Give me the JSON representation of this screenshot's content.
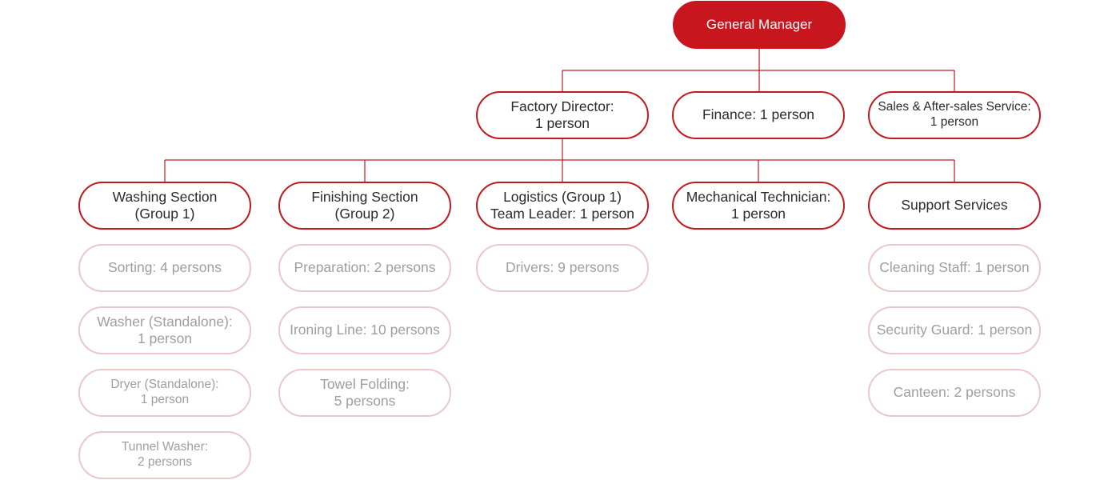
{
  "colors": {
    "accent": "#c8161e",
    "connector": "#c01920",
    "primary_border": "#c01920",
    "secondary_border": "#eac8c9",
    "secondary_text": "#9e9e9e"
  },
  "root": {
    "lines": [
      "General Manager"
    ]
  },
  "level1": [
    {
      "lines": [
        "Factory Director:",
        "1 person"
      ]
    },
    {
      "lines": [
        "Finance: 1 person"
      ]
    },
    {
      "lines": [
        "Sales & After-sales Service:",
        "1 person"
      ]
    }
  ],
  "sections": [
    {
      "lines": [
        "Washing Section",
        "(Group 1)"
      ],
      "children": [
        {
          "lines": [
            "Sorting: 4 persons"
          ]
        },
        {
          "lines": [
            "Washer (Standalone):",
            "1 person"
          ]
        },
        {
          "lines": [
            "Dryer (Standalone):",
            "1 person"
          ]
        },
        {
          "lines": [
            "Tunnel Washer:",
            "2 persons"
          ]
        }
      ]
    },
    {
      "lines": [
        "Finishing Section",
        "(Group 2)"
      ],
      "children": [
        {
          "lines": [
            "Preparation: 2 persons"
          ]
        },
        {
          "lines": [
            "Ironing Line: 10 persons"
          ]
        },
        {
          "lines": [
            "Towel Folding:",
            "5 persons"
          ]
        }
      ]
    },
    {
      "lines": [
        "Logistics (Group 1)",
        "Team Leader: 1 person"
      ],
      "children": [
        {
          "lines": [
            "Drivers: 9 persons"
          ]
        }
      ]
    },
    {
      "lines": [
        "Mechanical Technician:",
        "1 person"
      ],
      "children": []
    },
    {
      "lines": [
        "Support Services"
      ],
      "children": [
        {
          "lines": [
            "Cleaning Staff: 1 person"
          ]
        },
        {
          "lines": [
            "Security Guard: 1 person"
          ]
        },
        {
          "lines": [
            "Canteen: 2 persons"
          ]
        }
      ]
    }
  ]
}
